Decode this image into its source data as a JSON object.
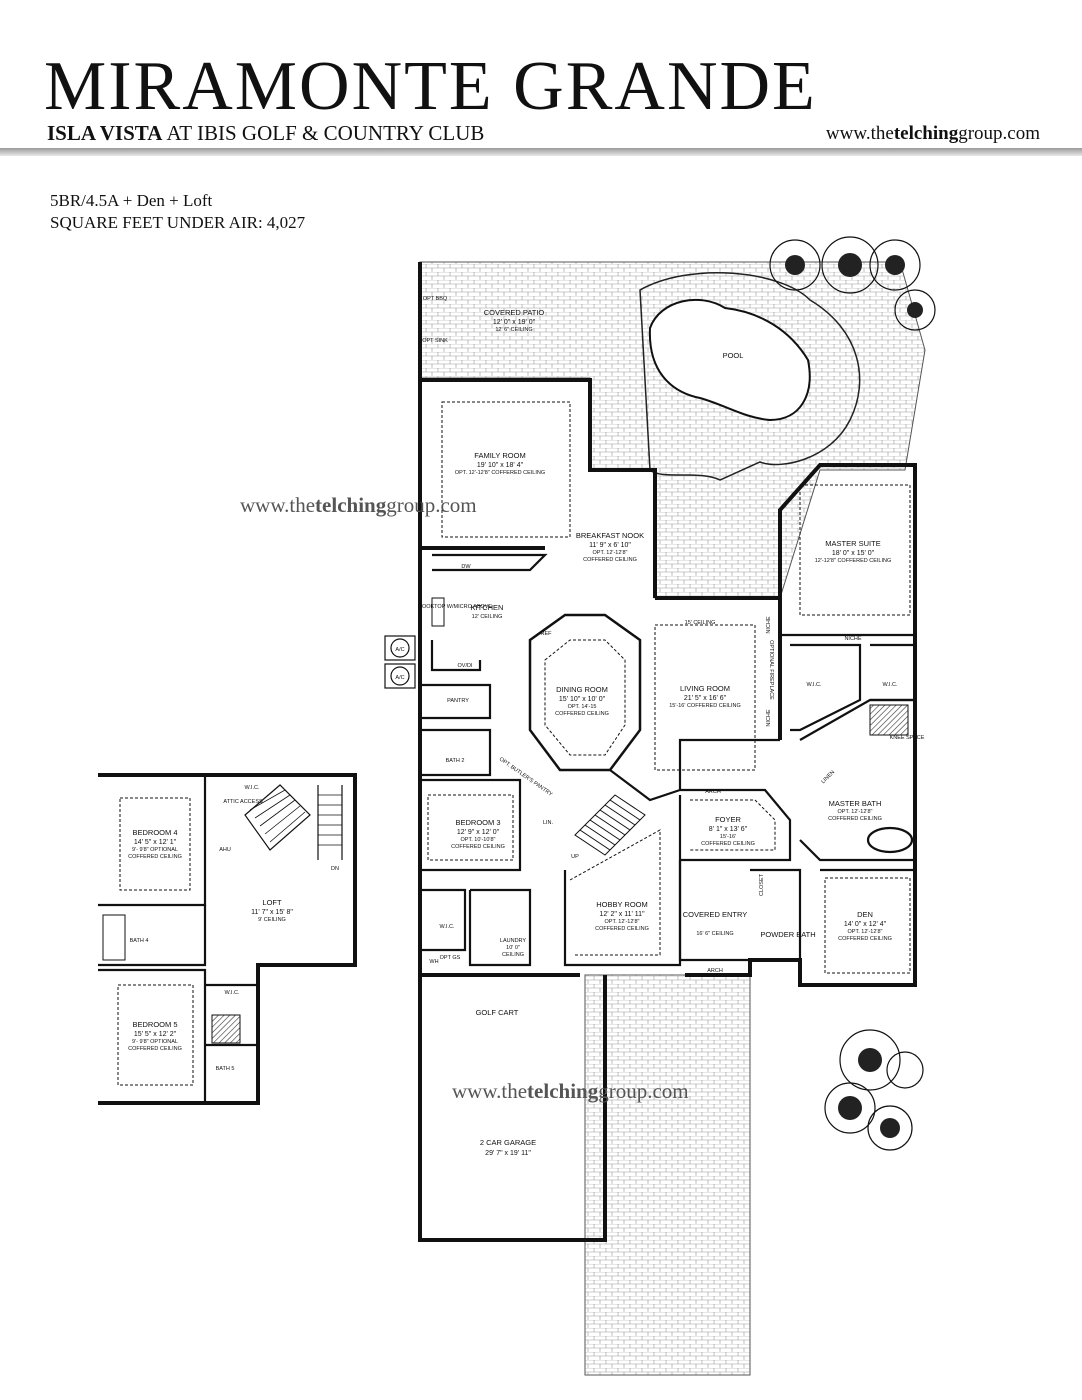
{
  "header": {
    "title": "MIRAMONTE GRANDE",
    "subtitle_bold": "ISLA VISTA",
    "subtitle_rest": " AT IBIS GOLF & COUNTRY CLUB",
    "website_pre": "www.the",
    "website_bold": "telching",
    "website_post": "group.com"
  },
  "specs": {
    "line1": "5BR/4.5A + Den + Loft",
    "line2": "SQUARE FEET UNDER AIR: 4,027"
  },
  "watermark": {
    "pre": "www.the",
    "bold": "telching",
    "post": "group.com"
  },
  "rooms": {
    "covered_patio": {
      "name": "COVERED PATIO",
      "dim": "12' 0\" x 19' 0\"",
      "note": "12' 6\" CEILING"
    },
    "pool": {
      "name": "POOL"
    },
    "opt_bbq": {
      "name": "OPT BBQ"
    },
    "opt_sink": {
      "name": "OPT SINK"
    },
    "family_room": {
      "name": "FAMILY ROOM",
      "dim": "19' 10\" x 18' 4\"",
      "note": "OPT. 12'-12'8\" COFFERED CEILING"
    },
    "breakfast_nook": {
      "name": "BREAKFAST NOOK",
      "dim": "11' 9\" x 6' 10\"",
      "note": "OPT. 12'-12'8\"",
      "note2": "COFFERED CEILING"
    },
    "kitchen": {
      "name": "KITCHEN",
      "dim": "12' CEILING"
    },
    "cooktop": {
      "name": "COOKTOP W/MICRO ABOVE"
    },
    "dw": {
      "name": "DW"
    },
    "ref": {
      "name": "REF"
    },
    "ovdi": {
      "name": "OV/DI"
    },
    "pantry": {
      "name": "PANTRY"
    },
    "bath2": {
      "name": "BATH 2"
    },
    "butlers_pantry": {
      "name": "OPT. BUTLER'S PANTRY"
    },
    "dining_room": {
      "name": "DINING ROOM",
      "dim": "15' 10\" x 10' 0\"",
      "note": "OPT. 14'-15",
      "note2": "COFFERED CEILING"
    },
    "living_room": {
      "name": "LIVING ROOM",
      "dim": "21' 5\" x 16' 6\"",
      "note": "15'-16' COFFERED CEILING"
    },
    "living_ceiling": {
      "name": "15' CEILING"
    },
    "master_suite": {
      "name": "MASTER SUITE",
      "dim": "18' 0\" x 15' 0\"",
      "note": "12'-12'8\" COFFERED CEILING"
    },
    "master_wic1": {
      "name": "W.I.C."
    },
    "master_wic2": {
      "name": "W.I.C."
    },
    "optional_fireplace": {
      "name": "OPTIONAL FIREPLACE"
    },
    "niche1": {
      "name": "NICHE"
    },
    "niche2": {
      "name": "NICHE"
    },
    "niche3": {
      "name": "NICHE"
    },
    "master_bath": {
      "name": "MASTER BATH",
      "dim": "OPT. 12'-12'8\"",
      "note": "COFFERED CEILING"
    },
    "linen": {
      "name": "LINEN"
    },
    "knee_space": {
      "name": "KNEE SPACE"
    },
    "bedroom3": {
      "name": "BEDROOM 3",
      "dim": "12' 9\" x 12' 0\"",
      "note": "OPT. 10'-10'8\"",
      "note2": "COFFERED CEILING"
    },
    "lin": {
      "name": "LIN."
    },
    "up": {
      "name": "UP"
    },
    "foyer": {
      "name": "FOYER",
      "dim": "8' 1\" x 13' 6\"",
      "note": "15'-16'",
      "note2": "COFFERED CEILING"
    },
    "arch1": {
      "name": "ARCH"
    },
    "arch2": {
      "name": "ARCH"
    },
    "hobby_room": {
      "name": "HOBBY ROOM",
      "dim": "12' 2\" x 11' 11\"",
      "note": "OPT. 12'-12'8\"",
      "note2": "COFFERED CEILING"
    },
    "bed3_wic": {
      "name": "W.I.C."
    },
    "laundry": {
      "name": "LAUNDRY",
      "dim": "10' 0\"",
      "note": "CEILING"
    },
    "wh": {
      "name": "WH"
    },
    "opt_gs": {
      "name": "OPT GS"
    },
    "covered_entry": {
      "name": "COVERED ENTRY",
      "dim": "16' 6\" CEILING"
    },
    "closet": {
      "name": "CLOSET"
    },
    "powder_bath": {
      "name": "POWDER BATH"
    },
    "den": {
      "name": "DEN",
      "dim": "14' 0\" x 12' 4\"",
      "note": "OPT. 12'-12'8\"",
      "note2": "COFFERED CEILING"
    },
    "golf_cart": {
      "name": "GOLF CART"
    },
    "garage": {
      "name": "2 CAR GARAGE",
      "dim": "29' 7\" x 19' 11\""
    },
    "ac1": {
      "name": "A/C"
    },
    "ac2": {
      "name": "A/C"
    },
    "bedroom4": {
      "name": "BEDROOM 4",
      "dim": "14' 5\" x 12' 1\"",
      "note": "9'- 9'8\" OPTIONAL",
      "note2": "COFFERED CEILING"
    },
    "up_wic": {
      "name": "W.I.C."
    },
    "attic_access": {
      "name": "ATTIC ACCESS"
    },
    "ahu": {
      "name": "AHU"
    },
    "dn": {
      "name": "DN"
    },
    "loft": {
      "name": "LOFT",
      "dim": "11' 7\" x 15' 8\"",
      "note": "9' CEILING"
    },
    "bath4": {
      "name": "BATH 4"
    },
    "bedroom5": {
      "name": "BEDROOM 5",
      "dim": "15' 5\" x 12' 2\"",
      "note": "9'- 9'8\" OPTIONAL",
      "note2": "COFFERED CEILING"
    },
    "up_wic2": {
      "name": "W.I.C."
    },
    "bath5": {
      "name": "BATH 5"
    }
  }
}
